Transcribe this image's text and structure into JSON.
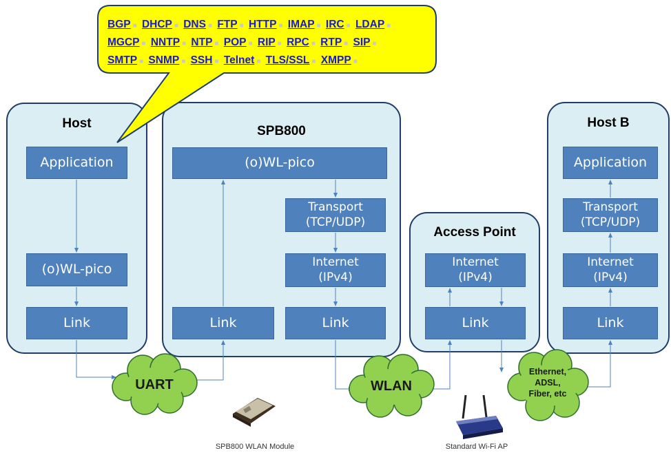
{
  "protocols": {
    "rows": [
      [
        "BGP",
        "DHCP",
        "DNS",
        "FTP",
        "HTTP",
        "IMAP",
        "IRC",
        "LDAP"
      ],
      [
        "MGCP",
        "NNTP",
        "NTP",
        "POP",
        "RIP",
        "RPC",
        "RTP",
        "SIP"
      ],
      [
        "SMTP",
        "SNMP",
        "SSH",
        "Telnet",
        "TLS/SSL",
        "XMPP"
      ]
    ]
  },
  "host": {
    "title": "Host",
    "application": "Application",
    "wlpico": "(o)WL-pico",
    "link": "Link"
  },
  "spb800": {
    "title": "SPB800",
    "wlpico": "(o)WL-pico",
    "transport": "Transport",
    "transport_sub": "(TCP/UDP)",
    "internet": "Internet",
    "internet_sub": "(IPv4)",
    "link_left": "Link",
    "link_right": "Link"
  },
  "access_point": {
    "title": "Access Point",
    "internet": "Internet",
    "internet_sub": "(IPv4)",
    "link": "Link"
  },
  "host_b": {
    "title": "Host B",
    "application": "Application",
    "transport": "Transport",
    "transport_sub": "(TCP/UDP)",
    "internet": "Internet",
    "internet_sub": "(IPv4)",
    "link": "Link"
  },
  "clouds": {
    "uart": "UART",
    "wlan": "WLAN",
    "ethernet_1": "Ethernet,",
    "ethernet_2": "ADSL,",
    "ethernet_3": "Fiber, etc"
  },
  "captions": {
    "module": "SPB800 WLAN Module",
    "ap": "Standard Wi-Fi AP"
  },
  "colors": {
    "layer": "#4f81bd",
    "group_bg": "#daeef3",
    "group_border": "#1f3d66",
    "callout": "#ffff00",
    "cloud": "#92d050",
    "arrow": "#4f81bd"
  }
}
